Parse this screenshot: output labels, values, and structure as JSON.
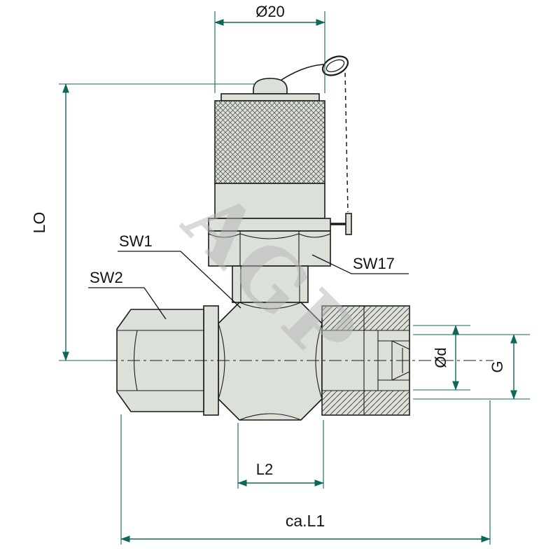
{
  "drawing": {
    "watermark": "AGP",
    "labels": {
      "dia20": "Ø20",
      "lo": "LO",
      "sw1": "SW1",
      "sw2": "SW2",
      "sw17": "SW17",
      "dia_d": "Ød",
      "g": "G",
      "l2": "L2",
      "ca_l1": "ca.L1"
    },
    "colors": {
      "dimension_line": "#0e6757",
      "outline": "#1b1b1b",
      "metal_fill": "#dbe0d8",
      "watermark_gray": "#b5b5b5"
    }
  }
}
